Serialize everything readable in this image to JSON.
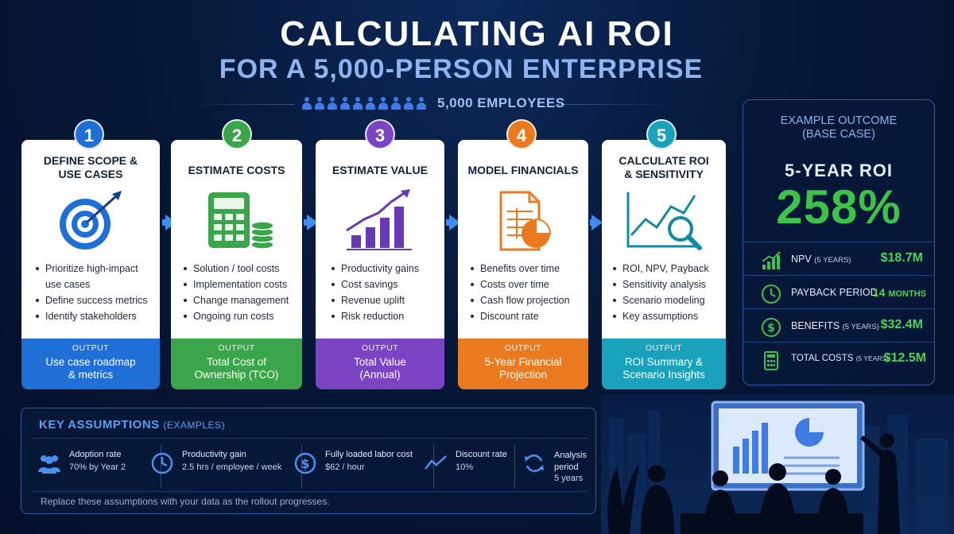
{
  "header": {
    "title": "CALCULATING AI ROI",
    "subtitle": "FOR A 5,000-PERSON ENTERPRISE",
    "employees_label": "5,000 EMPLOYEES"
  },
  "colors": {
    "step1": "#1f6fd6",
    "step2": "#3aa54a",
    "step3": "#7a44c2",
    "step4": "#ea7a1f",
    "step5": "#1aa2bd",
    "accent_green": "#3dc34a"
  },
  "steps": [
    {
      "number": "1",
      "title": "DEFINE SCOPE &\nUSE CASES",
      "icon": "target-icon",
      "bullets": [
        "Prioritize high-impact use cases",
        "Define success metrics",
        "Identify stakeholders"
      ],
      "output_label": "OUTPUT",
      "output_text": "Use case roadmap & metrics"
    },
    {
      "number": "2",
      "title": "ESTIMATE COSTS",
      "icon": "calculator-icon",
      "bullets": [
        "Solution / tool costs",
        "Implementation costs",
        "Change management",
        "Ongoing run costs"
      ],
      "output_label": "OUTPUT",
      "output_text": "Total Cost of Ownership (TCO)"
    },
    {
      "number": "3",
      "title": "ESTIMATE VALUE",
      "icon": "growth-chart-icon",
      "bullets": [
        "Productivity gains",
        "Cost savings",
        "Revenue uplift",
        "Risk reduction"
      ],
      "output_label": "OUTPUT",
      "output_text": "Total Value (Annual)"
    },
    {
      "number": "4",
      "title": "MODEL FINANCIALS",
      "icon": "spreadsheet-pie-icon",
      "bullets": [
        "Benefits over time",
        "Costs over time",
        "Cash flow projection",
        "Discount rate"
      ],
      "output_label": "OUTPUT",
      "output_text": "5-Year Financial Projection"
    },
    {
      "number": "5",
      "title": "CALCULATE ROI\n& SENSITIVITY",
      "icon": "chart-magnifier-icon",
      "bullets": [
        "ROI, NPV, Payback",
        "Sensitivity analysis",
        "Scenario modeling",
        "Key assumptions"
      ],
      "output_label": "OUTPUT",
      "output_text": "ROI Summary & Scenario Insights"
    }
  ],
  "outcome": {
    "title_line1": "EXAMPLE OUTCOME",
    "title_line2": "(BASE CASE)",
    "roi_label": "5-YEAR ROI",
    "roi_value": "258%",
    "metrics": [
      {
        "label": "NPV",
        "qualifier": "(5 YEARS)",
        "value": "$18.7M",
        "icon": "bar-chart-icon"
      },
      {
        "label": "PAYBACK PERIOD",
        "qualifier": "",
        "value": "14",
        "value_unit": "MONTHS",
        "icon": "clock-icon"
      },
      {
        "label": "BENEFITS",
        "qualifier": "(5 YEARS)",
        "value": "$32.4M",
        "icon": "dollar-icon"
      },
      {
        "label": "TOTAL COSTS",
        "qualifier": "(5 YEARS)",
        "value": "$12.5M",
        "icon": "calculator-icon"
      }
    ]
  },
  "assumptions": {
    "title": "KEY ASSUMPTIONS",
    "title_qualifier": "(EXAMPLES)",
    "items": [
      {
        "label": "Adoption rate",
        "value": "70% by Year 2",
        "icon": "people-icon"
      },
      {
        "label": "Productivity gain",
        "value": "2.5 hrs / employee / week",
        "icon": "clock-icon"
      },
      {
        "label": "Fully loaded labor cost",
        "value": "$62 / hour",
        "icon": "dollar-icon"
      },
      {
        "label": "Discount rate",
        "value": "10%",
        "icon": "trend-line-icon"
      },
      {
        "label": "Analysis period",
        "value": "5 years",
        "icon": "refresh-icon"
      }
    ],
    "footer": "Replace these assumptions with your data as the rollout progresses."
  }
}
